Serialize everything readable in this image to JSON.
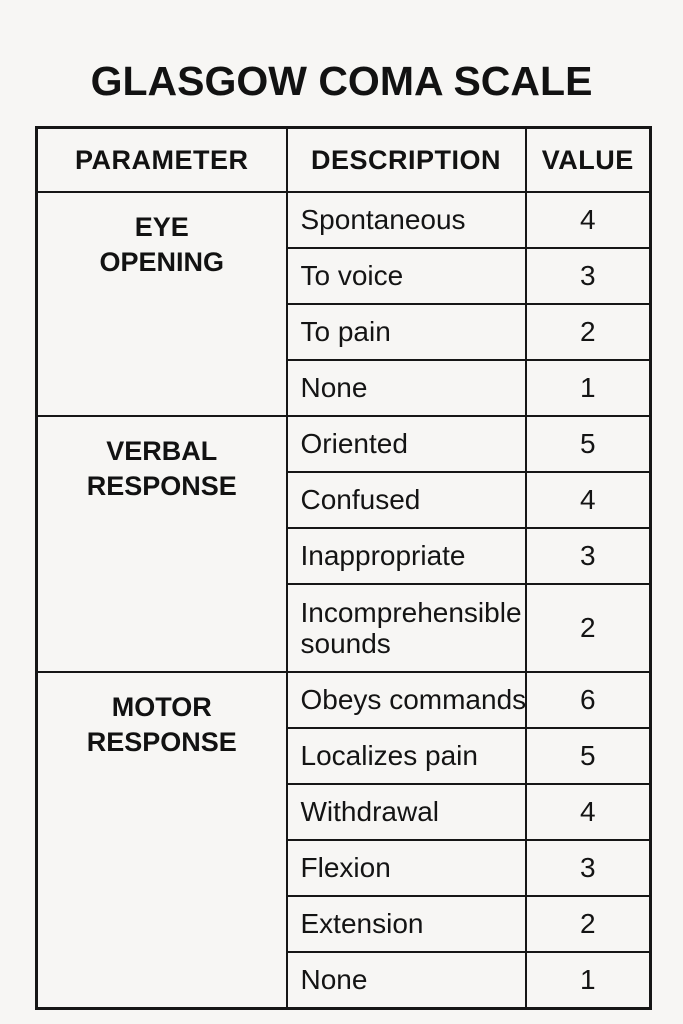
{
  "page": {
    "title": "GLASGOW COMA SCALE"
  },
  "table": {
    "headers": {
      "parameter": "PARAMETER",
      "description": "DESCRIPTION",
      "value": "VALUE"
    },
    "sections": [
      {
        "parameter": "EYE OPENING",
        "parameter_lines": [
          "EYE",
          "OPENING"
        ],
        "rows": [
          {
            "description": "Spontaneous",
            "value": "4"
          },
          {
            "description": "To voice",
            "value": "3"
          },
          {
            "description": "To pain",
            "value": "2"
          },
          {
            "description": "None",
            "value": "1"
          }
        ]
      },
      {
        "parameter": "VERBAL RESPONSE",
        "parameter_lines": [
          "VERBAL",
          "RESPONSE"
        ],
        "rows": [
          {
            "description": "Oriented",
            "value": "5"
          },
          {
            "description": "Confused",
            "value": "4"
          },
          {
            "description": "Inappropriate",
            "value": "3"
          },
          {
            "description": "Incomprehensible\nsounds",
            "value": "2"
          }
        ]
      },
      {
        "parameter": "MOTOR RESPONSE",
        "parameter_lines": [
          "MOTOR",
          "RESPONSE"
        ],
        "rows": [
          {
            "description": "Obeys commands",
            "value": "6"
          },
          {
            "description": "Localizes pain",
            "value": "5"
          },
          {
            "description": "Withdrawal",
            "value": "4"
          },
          {
            "description": "Flexion",
            "value": "3"
          },
          {
            "description": "Extension",
            "value": "2"
          },
          {
            "description": "None",
            "value": "1"
          }
        ]
      }
    ]
  }
}
